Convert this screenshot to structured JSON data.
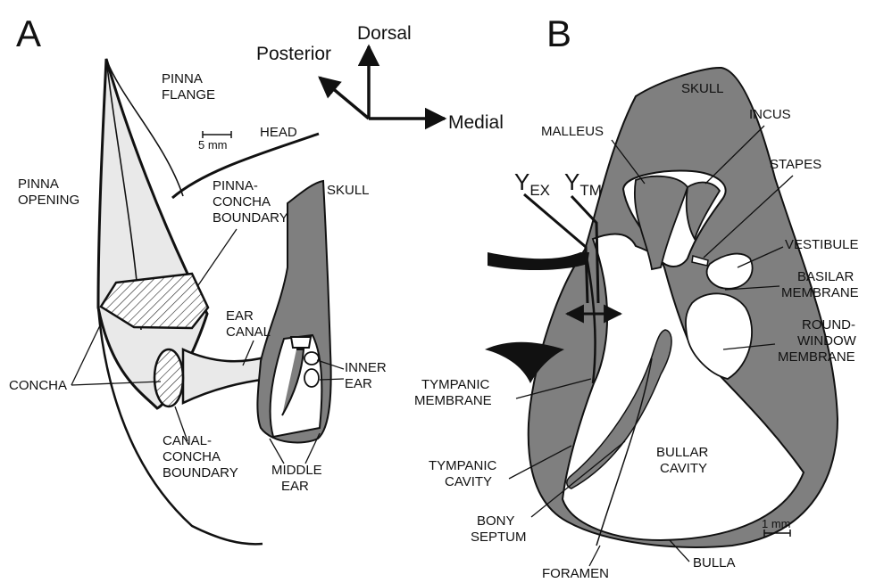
{
  "panel_labels": {
    "a": "A",
    "b": "B"
  },
  "orientation": {
    "dorsal": "Dorsal",
    "posterior": "Posterior",
    "medial": "Medial"
  },
  "panel_a": {
    "pinna_flange": [
      "PINNA",
      "FLANGE"
    ],
    "head": "HEAD",
    "scale_bar": "5 mm",
    "pinna_opening": [
      "PINNA",
      "OPENING"
    ],
    "pinna_concha_boundary": [
      "PINNA-",
      "CONCHA",
      "BOUNDARY"
    ],
    "skull": "SKULL",
    "ear_canal": [
      "EAR",
      "CANAL"
    ],
    "inner_ear": [
      "INNER",
      "EAR"
    ],
    "concha": "CONCHA",
    "canal_concha_boundary": [
      "CANAL-",
      "CONCHA",
      "BOUNDARY"
    ],
    "middle_ear": [
      "MIDDLE",
      "EAR"
    ]
  },
  "panel_b": {
    "skull": "SKULL",
    "malleus": "MALLEUS",
    "incus": "INCUS",
    "stapes": "STAPES",
    "y_ex": {
      "main": "Y",
      "sub": "EX"
    },
    "y_tm": {
      "main": "Y",
      "sub": "TM"
    },
    "vestibule": "VESTIBULE",
    "basilar_membrane": [
      "BASILAR",
      "MEMBRANE"
    ],
    "round_window_membrane": [
      "ROUND-",
      "WINDOW",
      "MEMBRANE"
    ],
    "tympanic_membrane": [
      "TYMPANIC",
      "MEMBRANE"
    ],
    "tympanic_cavity": [
      "TYMPANIC",
      "CAVITY"
    ],
    "bullar_cavity": [
      "BULLAR",
      "CAVITY"
    ],
    "bony_septum": [
      "BONY",
      "SEPTUM"
    ],
    "scale_bar": "1 mm",
    "foramen": "FORAMEN",
    "bulla": "BULLA"
  },
  "colors": {
    "tissue": "#7f7f7f",
    "pinna": "#e9e9e9",
    "ink": "#111111"
  }
}
